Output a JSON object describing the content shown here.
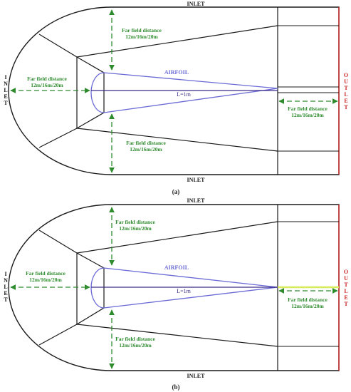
{
  "colors": {
    "domain_line": "#1a1a1a",
    "dimension": "#2e8b2e",
    "outlet": "#cc2222",
    "airfoil": "#6b6bd6",
    "chord": "#3a2a8a",
    "wake_highlight": "#d8ec5a",
    "faint_text": "#c9c9ea"
  },
  "panels": [
    {
      "id": "a",
      "caption": "(a)",
      "inlet_top": "INLET",
      "inlet_bottom": "INLET",
      "inlet_left_letters": [
        "I",
        "N",
        "L",
        "E",
        "T"
      ],
      "outlet_letters": [
        "O",
        "U",
        "T",
        "L",
        "E",
        "T"
      ],
      "airfoil_label": "AIRFOIL",
      "chord_label": "L=1m",
      "far_field_top": [
        "Far field distance",
        "12m/16m/20m"
      ],
      "far_field_left": [
        "Far field distance",
        "12m/16m/20m"
      ],
      "far_field_bottom": [
        "Far field distance",
        "12m/16m/20m"
      ],
      "far_field_right": [
        "Far field distance",
        "12m/16m/20m"
      ]
    },
    {
      "id": "b",
      "caption": "(b)",
      "inlet_top": "INLET",
      "inlet_bottom": "INLET",
      "inlet_left_letters": [
        "I",
        "N",
        "L",
        "E",
        "T"
      ],
      "outlet_letters": [
        "O",
        "U",
        "T",
        "L",
        "E",
        "T"
      ],
      "airfoil_label": "AIRFOIL",
      "chord_label": "L=1m",
      "far_field_top": [
        "Far field distance",
        "12m/16m/20m"
      ],
      "far_field_left": [
        "Far field distance",
        "12m/16m/20m"
      ],
      "far_field_bottom": [
        "Far field distance",
        "12m/16m/20m"
      ],
      "far_field_right": [
        "Far field distance",
        "12m/16m/20m"
      ]
    }
  ]
}
